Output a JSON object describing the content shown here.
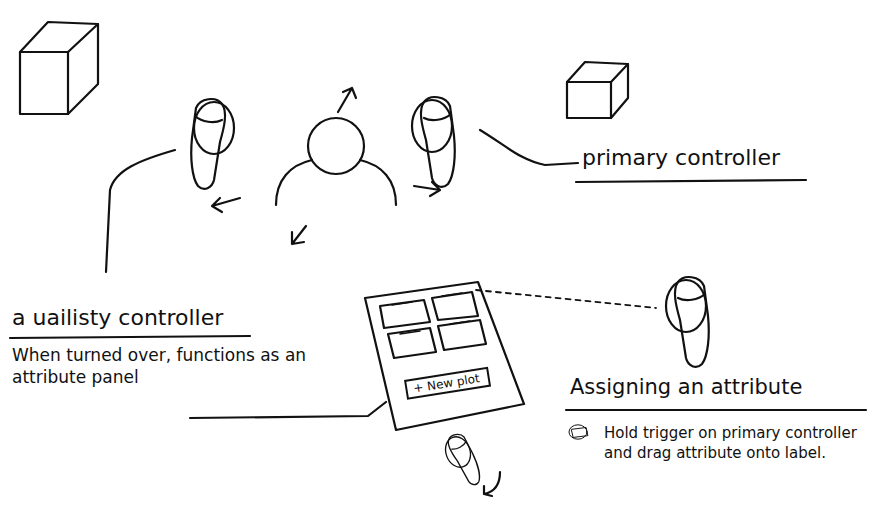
{
  "diagram": {
    "nodes": [
      {
        "text": [
          "+ New plot"
        ]
      }
    ],
    "labels": [
      "primary controller",
      "a uailisty controller",
      "When turned over, functions as an attribute panel",
      "Assigning an attribute",
      "Hold trigger on primary controller and drag attribute onto label."
    ]
  }
}
